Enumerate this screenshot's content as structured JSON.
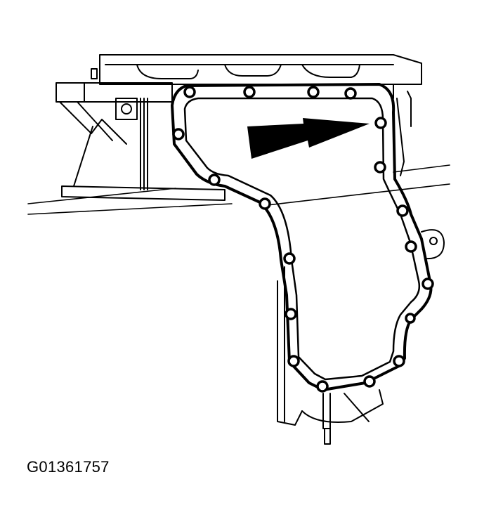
{
  "figure": {
    "caption": "G01361757",
    "subject": "oil pan gasket / bolt pattern illustration",
    "arrow_direction": "right",
    "ink_color": "#000000",
    "background": "#ffffff",
    "bolt_count": 19
  }
}
